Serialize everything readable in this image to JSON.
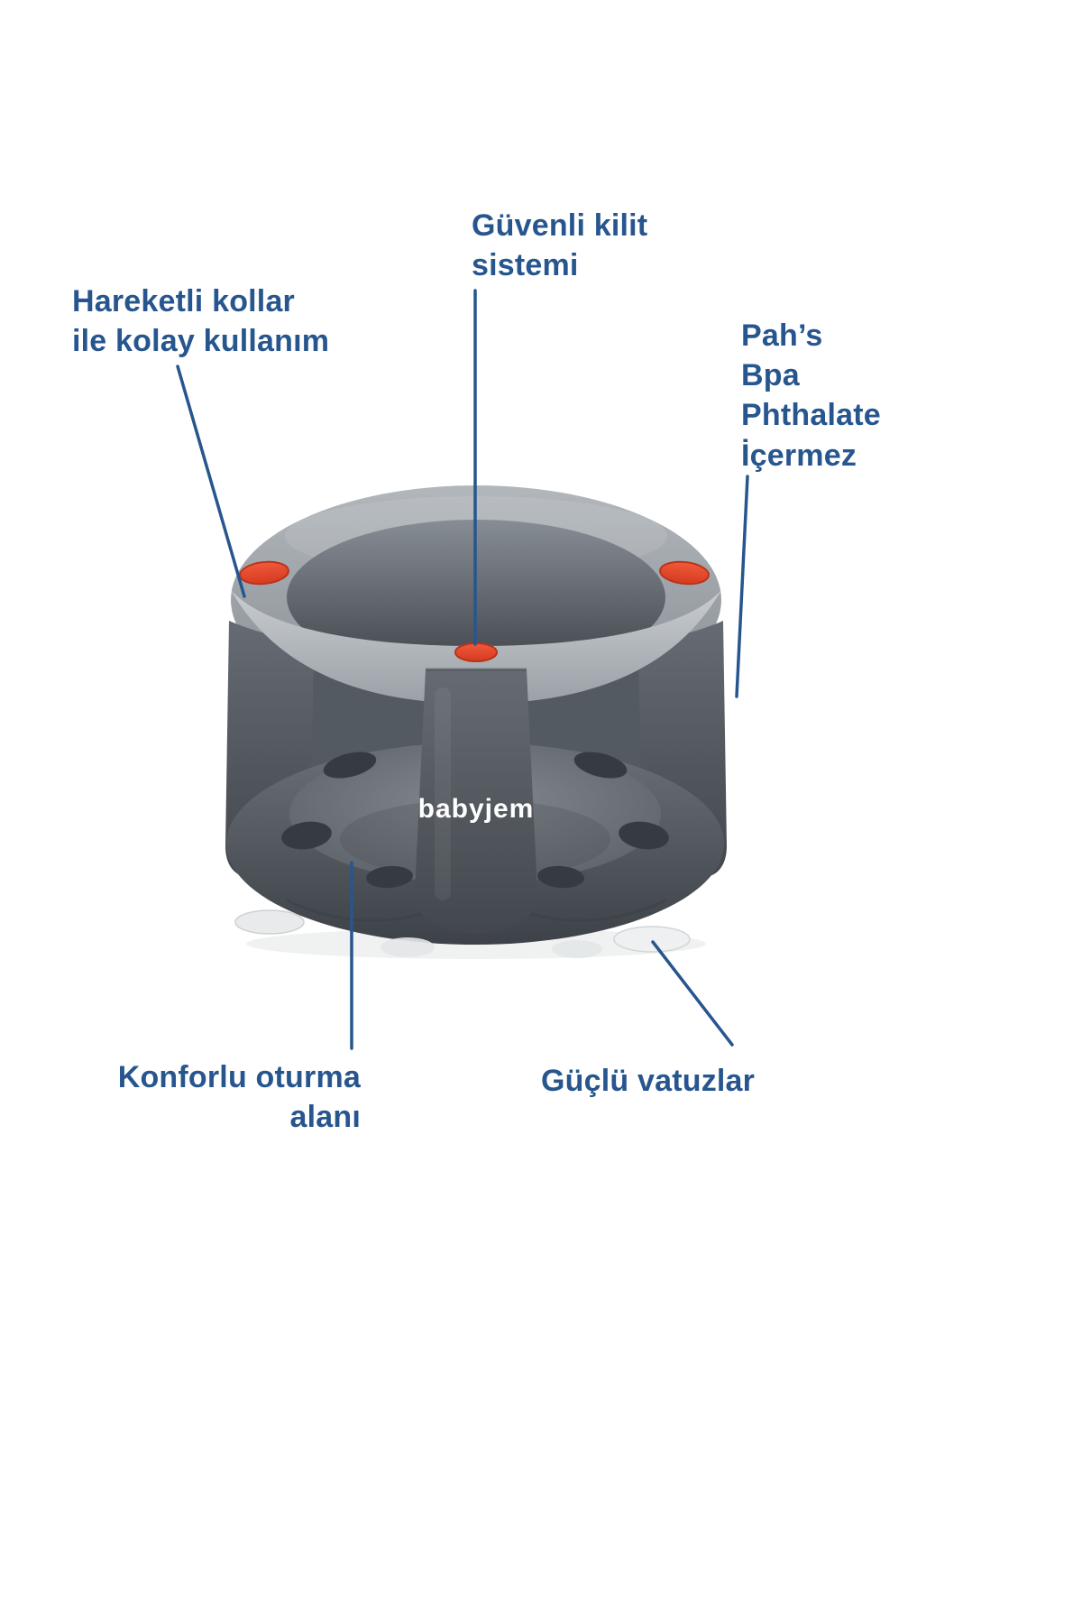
{
  "product": {
    "brand": "babyjem",
    "type": "baby-bath-seat"
  },
  "colors": {
    "label_blue": "#27568e",
    "callout_line_blue": "#27568e",
    "accent_red": "#e0442b",
    "seat_light_gray": "#b9bec3",
    "seat_dark_gray": "#565c62",
    "background": "#ffffff"
  },
  "callouts": {
    "lock": {
      "label": "Güvenli kilit\nsistemi"
    },
    "arms": {
      "label": "Hareketli kollar\nile kolay kullanım"
    },
    "materials": {
      "label": "Pah’s\nBpa\nPhthalate\nİçermez"
    },
    "seat": {
      "label": "Konforlu oturma\nalanı"
    },
    "suction": {
      "label": "Güçlü vatuzlar"
    }
  }
}
